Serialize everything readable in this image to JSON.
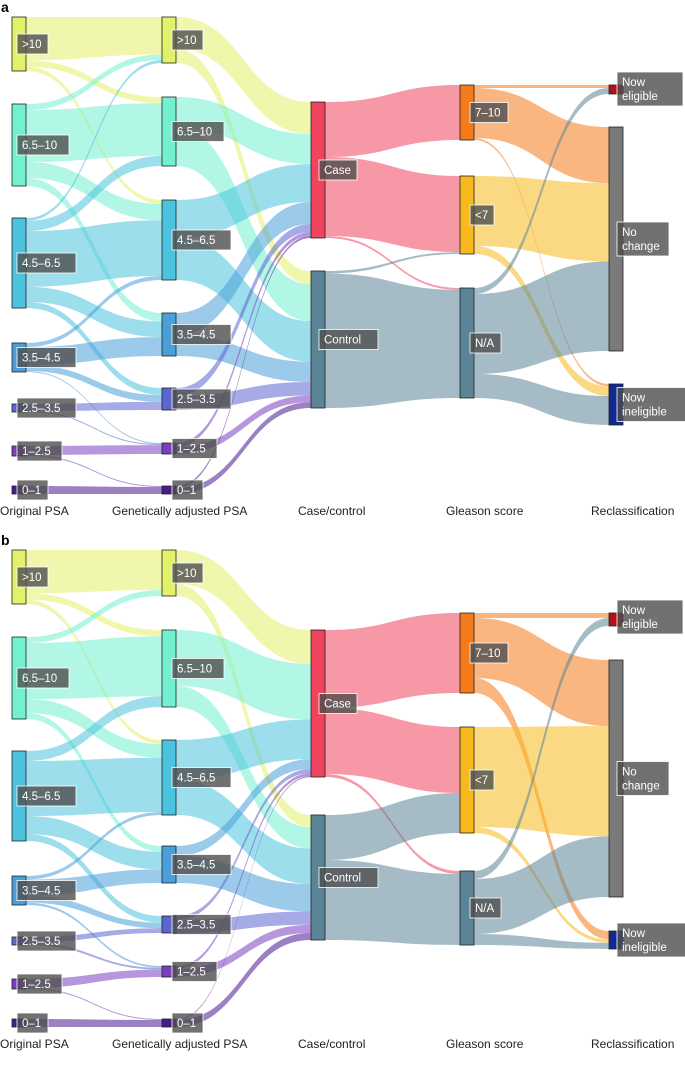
{
  "panels": [
    {
      "letter": "a",
      "columns": [
        "Original PSA",
        "Genetically adjusted PSA",
        "Case/control",
        "Gleason score",
        "Reclassification"
      ],
      "col1": [
        ">10",
        "6.5–10",
        "4.5–6.5",
        "3.5–4.5",
        "2.5–3.5",
        "1–2.5",
        "0–1"
      ],
      "col2": [
        ">10",
        "6.5–10",
        "4.5–6.5",
        "3.5–4.5",
        "2.5–3.5",
        "1–2.5",
        "0–1"
      ],
      "col3": [
        "Case",
        "Control"
      ],
      "col4": [
        "7–10",
        "<7",
        "N/A"
      ],
      "col5": [
        [
          "Now",
          "eligible"
        ],
        [
          "No",
          "change"
        ],
        [
          "Now",
          "ineligible"
        ]
      ]
    },
    {
      "letter": "b",
      "columns": [
        "Original PSA",
        "Genetically adjusted PSA",
        "Case/control",
        "Gleason score",
        "Reclassification"
      ],
      "col1": [
        ">10",
        "6.5–10",
        "4.5–6.5",
        "3.5–4.5",
        "2.5–3.5",
        "1–2.5",
        "0–1"
      ],
      "col2": [
        ">10",
        "6.5–10",
        "4.5–6.5",
        "3.5–4.5",
        "2.5–3.5",
        "1–2.5",
        "0–1"
      ],
      "col3": [
        "Case",
        "Control"
      ],
      "col4": [
        "7–10",
        "<7",
        "N/A"
      ],
      "col5": [
        [
          "Now",
          "eligible"
        ],
        [
          "No",
          "change"
        ],
        [
          "Now",
          "ineligible"
        ]
      ]
    }
  ],
  "colors": {
    "gt10": "#e3f06a",
    "p65_10": "#72f0cf",
    "p45_65": "#4cc3de",
    "p35_45": "#4a9fd8",
    "p25_35": "#5c66cf",
    "p1_25": "#7a3fbf",
    "p0_1": "#4a1a8f",
    "case": "#f0435e",
    "control": "#5b8597",
    "gleason_7_10": "#f57a1a",
    "gleason_lt7": "#f7b91c",
    "gleason_na": "#5b8597",
    "now_eligible": "#b3101a",
    "no_change": "#7a7a7a",
    "now_ineligible": "#122a8f"
  }
}
